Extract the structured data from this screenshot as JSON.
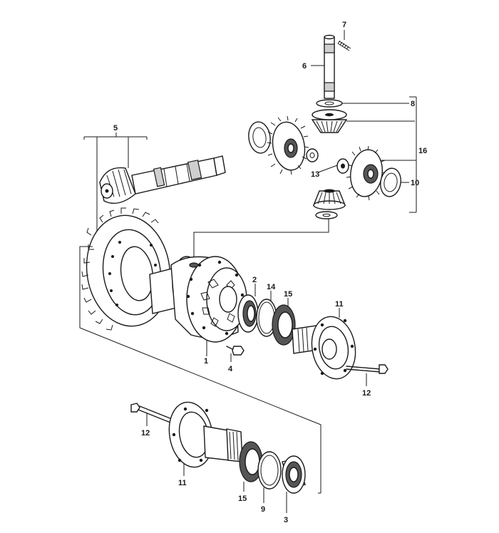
{
  "callouts": {
    "p1": "1",
    "p2": "2",
    "p3": "3",
    "p4": "4",
    "p5": "5",
    "p6": "6",
    "p7": "7",
    "p8": "8",
    "p9": "9",
    "p10": "10",
    "p11a": "11",
    "p11b": "11",
    "p12a": "12",
    "p12b": "12",
    "p13": "13",
    "p14": "14",
    "p15a": "15",
    "p15b": "15",
    "p16": "16"
  },
  "colors": {
    "ink": "#1a1a1a",
    "background": "#ffffff",
    "shade": "#cfcfcf"
  }
}
